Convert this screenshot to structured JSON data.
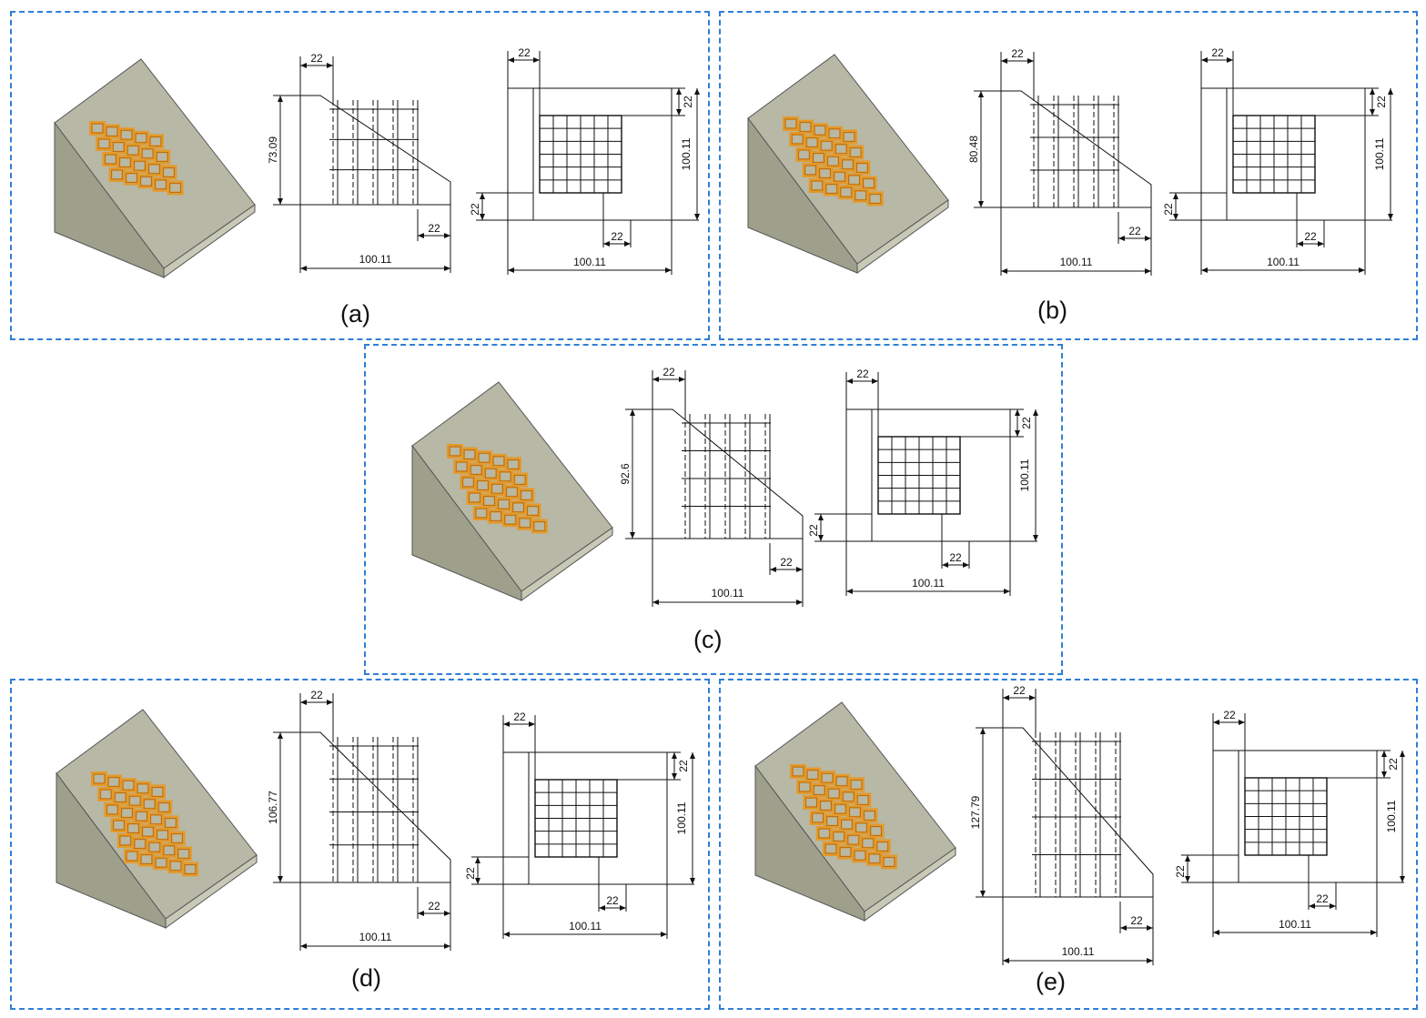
{
  "panels": [
    {
      "id": "a",
      "label": "(a)",
      "height": "73.09",
      "width": "100.11",
      "offset": "22"
    },
    {
      "id": "b",
      "label": "(b)",
      "height": "80.48",
      "width": "100.11",
      "offset": "22"
    },
    {
      "id": "c",
      "label": "(c)",
      "height": "92.6",
      "width": "100.11",
      "offset": "22"
    },
    {
      "id": "d",
      "label": "(d)",
      "height": "106.77",
      "width": "100.11",
      "offset": "22"
    },
    {
      "id": "e",
      "label": "(e)",
      "height": "127.79",
      "width": "100.11",
      "offset": "22"
    }
  ],
  "colors": {
    "frame": "#2f7fd6",
    "lattice": "#e39a2c",
    "lattice_dark": "#a8661a",
    "concrete_top": "#b8b8a6",
    "concrete_front": "#9ea08c",
    "concrete_side": "#c9c9b8"
  }
}
